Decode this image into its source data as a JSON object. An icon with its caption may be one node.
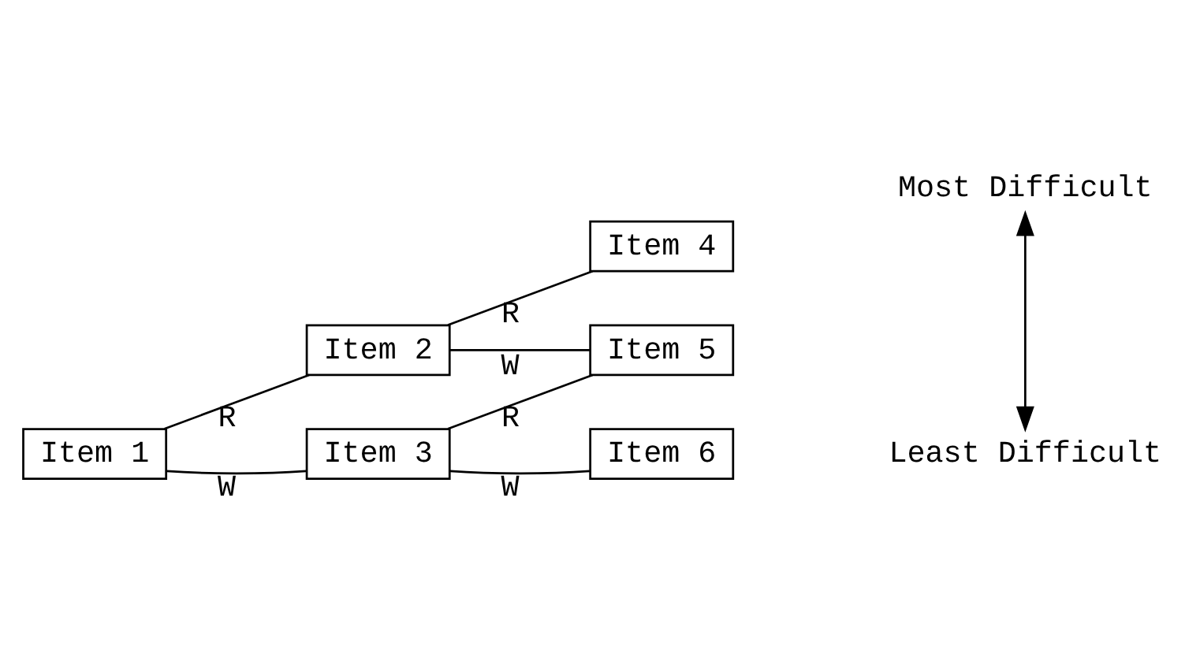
{
  "diagram": {
    "nodes": [
      {
        "text": [
          "Item 1"
        ]
      },
      {
        "text": [
          "Item 2"
        ]
      },
      {
        "text": [
          "Item 3"
        ]
      },
      {
        "text": [
          "Item 4"
        ]
      },
      {
        "text": [
          "Item 5"
        ]
      },
      {
        "text": [
          "Item 6"
        ]
      },
      {
        "text": [
          "Most Difficult"
        ]
      },
      {
        "text": [
          "Least Difficult"
        ]
      }
    ],
    "edges": [
      {
        "from": 0,
        "to": 1,
        "arrow": "none",
        "label": "R"
      },
      {
        "from": 0,
        "to": 2,
        "arrow": "none",
        "label": "W"
      },
      {
        "from": 1,
        "to": 3,
        "arrow": "none",
        "label": "R"
      },
      {
        "from": 1,
        "to": 4,
        "arrow": "none",
        "label": "W"
      },
      {
        "from": 2,
        "to": 4,
        "arrow": "none",
        "label": "R"
      },
      {
        "from": 2,
        "to": 5,
        "arrow": "none",
        "label": "W"
      },
      {
        "from": 6,
        "to": 7,
        "arrow": "both"
      }
    ]
  }
}
